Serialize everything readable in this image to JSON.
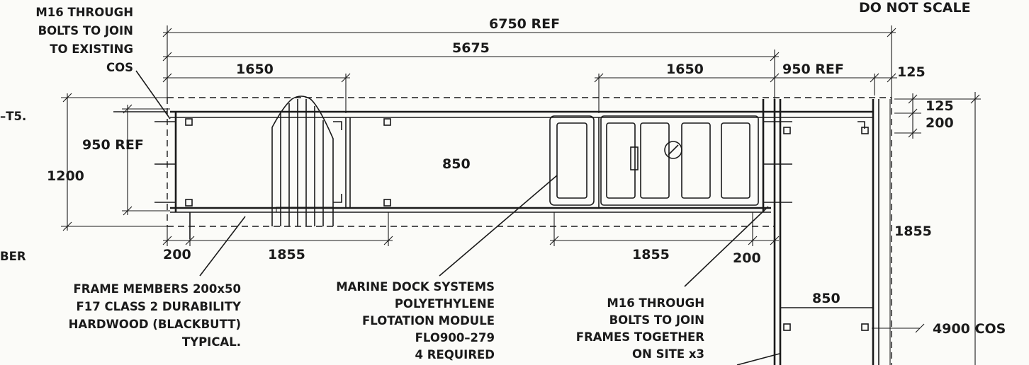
{
  "header": {
    "scale_note": "DO NOT SCALE"
  },
  "dimensions": {
    "overall": "6750 REF",
    "frames": "5675",
    "left_module": "1650",
    "right_module": "1650",
    "right_ref": "950 REF",
    "edge_125_top": "125",
    "edge_125_side": "125",
    "edge_200_side": "200",
    "left_950": "950 REF",
    "left_1200": "1200",
    "center_850": "850",
    "bottom_200_left": "200",
    "bottom_1855_left": "1855",
    "bottom_1855_right": "1855",
    "bottom_200_right": "200",
    "vertical_1855": "1855",
    "lower_850": "850",
    "cos_4900": "4900 COS"
  },
  "notes": {
    "bolts_existing": [
      "M16 THROUGH",
      "BOLTS TO JOIN",
      "TO EXISTING",
      "COS"
    ],
    "cut_left_t5": "–T5.",
    "cut_left_ber": "BER",
    "frame_members": [
      "FRAME MEMBERS 200x50",
      "F17 CLASS 2 DURABILITY",
      "HARDWOOD (BLACKBUTT)",
      "TYPICAL."
    ],
    "flotation": [
      "MARINE DOCK SYSTEMS",
      "POLYETHYLENE",
      "FLOTATION MODULE",
      "FLO900–279",
      "4 REQUIRED"
    ],
    "bolts_frames": [
      "M16 THROUGH",
      "BOLTS TO JOIN",
      "FRAMES TOGETHER",
      "ON SITE x3"
    ]
  }
}
